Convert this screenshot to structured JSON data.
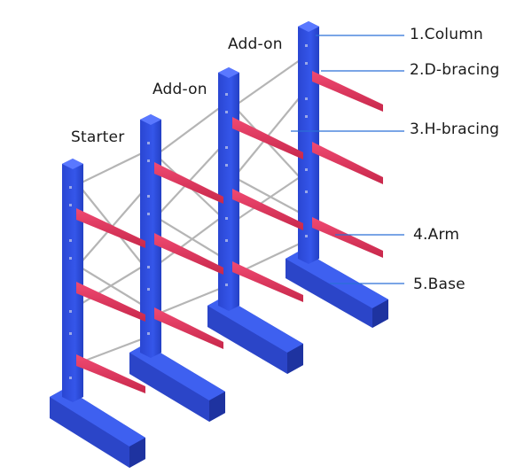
{
  "group_labels": {
    "starter": "Starter",
    "addon_1": "Add-on",
    "addon_2": "Add-on"
  },
  "parts": [
    {
      "id": "column",
      "label": "1.Column"
    },
    {
      "id": "d-bracing",
      "label": "2.D-bracing"
    },
    {
      "id": "h-bracing",
      "label": "3.H-bracing"
    },
    {
      "id": "arm",
      "label": "4.Arm"
    },
    {
      "id": "base",
      "label": "5.Base"
    }
  ],
  "colors": {
    "column": "#2f4fe0",
    "column_dark": "#1f36a8",
    "column_side": "#3a5cf0",
    "arm": "#e8345f",
    "arm_dark": "#b8213f",
    "bracing": "#b9b9b9",
    "leader": "#2b6fd6"
  }
}
